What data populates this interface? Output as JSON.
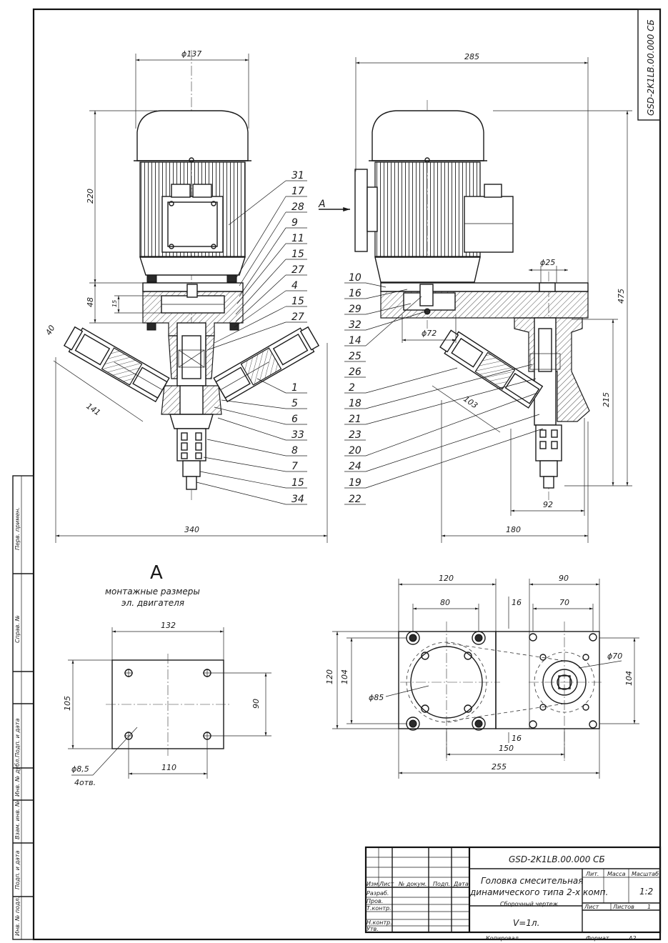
{
  "drawing": {
    "code": "GSD-2K1LB.00.000 СБ",
    "view_label": "A",
    "view_arrow_label": "A",
    "mount_note_line1": "монтажные размеры",
    "mount_note_line2": "эл. двигателя"
  },
  "front_view": {
    "dims": {
      "dia_top": "ϕ137",
      "h_motor": "220",
      "h_flange": "48",
      "h_small": "15",
      "side_40": "40",
      "diag": "141",
      "width": "340"
    },
    "positions": [
      "31",
      "17",
      "28",
      "9",
      "11",
      "15",
      "27",
      "4",
      "15",
      "27",
      "1",
      "5",
      "6",
      "33",
      "8",
      "7",
      "15",
      "34"
    ]
  },
  "side_view": {
    "dims": {
      "top_285": "285",
      "dia25": "ϕ25",
      "dia72": "ϕ72",
      "h475": "475",
      "h215": "215",
      "d103": "103",
      "w92": "92",
      "w180": "180"
    },
    "positions": [
      "10",
      "16",
      "29",
      "32",
      "14",
      "25",
      "26",
      "2",
      "18",
      "21",
      "23",
      "20",
      "24",
      "19",
      "22"
    ]
  },
  "mount_view": {
    "dims": {
      "w132": "132",
      "h105": "105",
      "h90": "90",
      "w110": "110",
      "hole": "ϕ8,5",
      "holes": "4отв."
    }
  },
  "plan_view": {
    "dims": {
      "w120": "120",
      "w90": "90",
      "w80": "80",
      "w16a": "16",
      "w70": "70",
      "dia70": "ϕ70",
      "h120": "120",
      "h104a": "104",
      "dia85": "ϕ85",
      "h104b": "104",
      "w16b": "16",
      "w150": "150",
      "w255": "255"
    }
  },
  "side_strip": [
    "Перв. примен.",
    "Справ. №",
    "Подп. и дата",
    "Инв. № дубл.",
    "Взам. инв. №",
    "Подп. и дата",
    "Инв. № подл."
  ],
  "title_block": {
    "code": "GSD-2K1LB.00.000 СБ",
    "name_line1": "Головка смесительная",
    "name_line2": "динамического типа 2-х комп.",
    "doc_type": "Сборочный чертеж",
    "volume": "V=1л.",
    "col_izm": "Изм.",
    "col_list": "Лист",
    "col_doc": "№ докум.",
    "col_sign": "Подп.",
    "col_date": "Дата",
    "row_razrab": "Разраб.",
    "row_prov": "Пров.",
    "row_tkontr": "Т.контр.",
    "row_nkontr": "Н.контр.",
    "row_utv": "Утв.",
    "lit": "Лит.",
    "mass": "Масса",
    "scale": "Масштаб",
    "scale_val": "1:2",
    "sheet": "Лист",
    "sheets": "Листов",
    "sheets_val": "1",
    "copied": "Копировал",
    "format": "Формат",
    "format_val": "A2"
  }
}
